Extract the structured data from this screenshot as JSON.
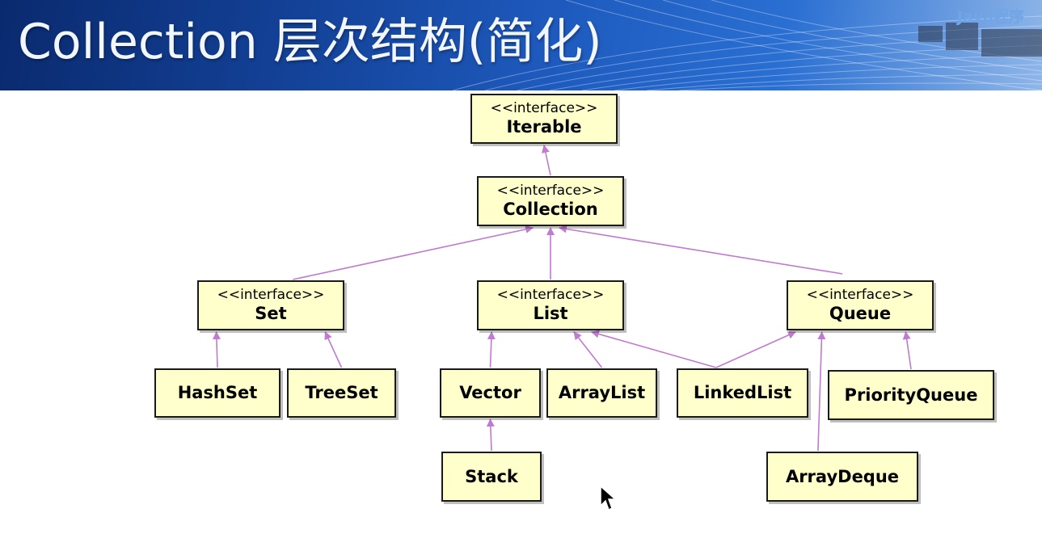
{
  "header": {
    "title": "Collection 层次结构(简化)",
    "logo": "Java程序"
  },
  "colors": {
    "node_fill": "#ffffcc",
    "node_border": "#1a1a1a",
    "edge": "#c07ad0",
    "header_dark": "#0a2a6e",
    "header_light": "#8fb6e8"
  },
  "nodes": {
    "iterable": {
      "stereotype": "<<interface>>",
      "name": "Iterable"
    },
    "collection": {
      "stereotype": "<<interface>>",
      "name": "Collection"
    },
    "set": {
      "stereotype": "<<interface>>",
      "name": "Set"
    },
    "list": {
      "stereotype": "<<interface>>",
      "name": "List"
    },
    "queue": {
      "stereotype": "<<interface>>",
      "name": "Queue"
    },
    "hashset": {
      "name": "HashSet"
    },
    "treeset": {
      "name": "TreeSet"
    },
    "vector": {
      "name": "Vector"
    },
    "arraylist": {
      "name": "ArrayList"
    },
    "linkedlist": {
      "name": "LinkedList"
    },
    "priorityqueue": {
      "name": "PriorityQueue"
    },
    "stack": {
      "name": "Stack"
    },
    "arraydeque": {
      "name": "ArrayDeque"
    }
  },
  "edges": [
    {
      "from": "collection",
      "to": "iterable"
    },
    {
      "from": "set",
      "to": "collection"
    },
    {
      "from": "list",
      "to": "collection"
    },
    {
      "from": "queue",
      "to": "collection"
    },
    {
      "from": "hashset",
      "to": "set"
    },
    {
      "from": "treeset",
      "to": "set"
    },
    {
      "from": "vector",
      "to": "list"
    },
    {
      "from": "arraylist",
      "to": "list"
    },
    {
      "from": "linkedlist",
      "to": "list"
    },
    {
      "from": "linkedlist",
      "to": "queue"
    },
    {
      "from": "priorityqueue",
      "to": "queue"
    },
    {
      "from": "arraydeque",
      "to": "queue"
    },
    {
      "from": "stack",
      "to": "vector"
    }
  ]
}
